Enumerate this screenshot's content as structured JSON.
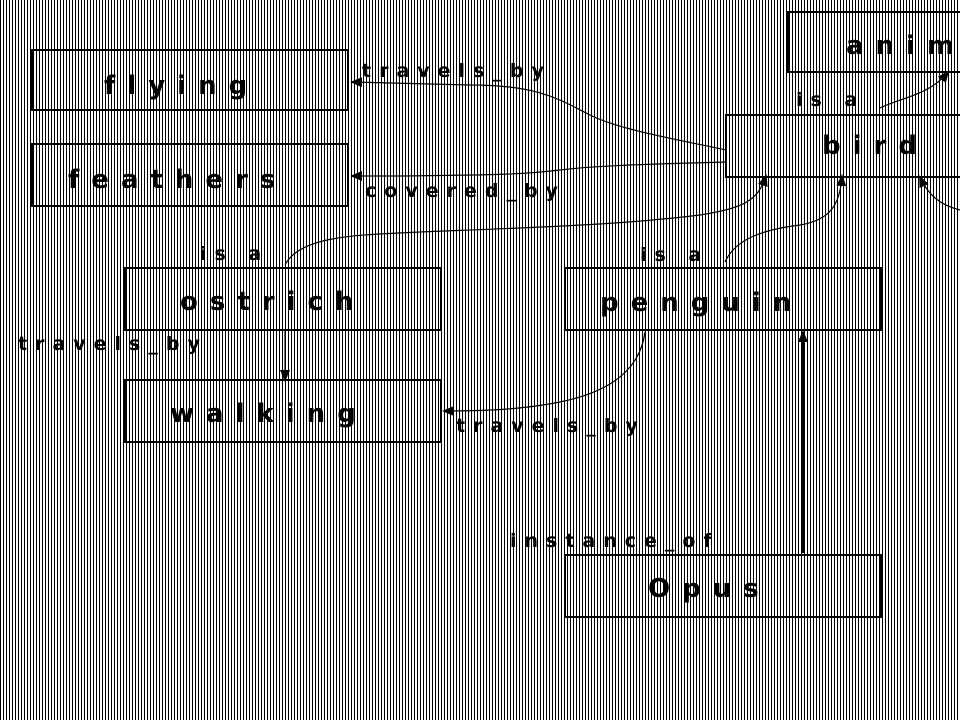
{
  "nodes": {
    "animal": "anim",
    "flying": "flying",
    "feathers": "feathers",
    "bird": "bird",
    "ostrich": "ostrich",
    "penguin": "penguin",
    "walking": "walking",
    "opus": "Opus"
  },
  "edges": {
    "bird_travels_by": "travels_by",
    "bird_is_a": "is a",
    "bird_covered_by": "covered_by",
    "ostrich_is_a": "is a",
    "penguin_is_a": "is a",
    "ostrich_travels_by": "travels_by",
    "penguin_travels_by": "travels_by",
    "opus_instance_of": "instance_of"
  }
}
